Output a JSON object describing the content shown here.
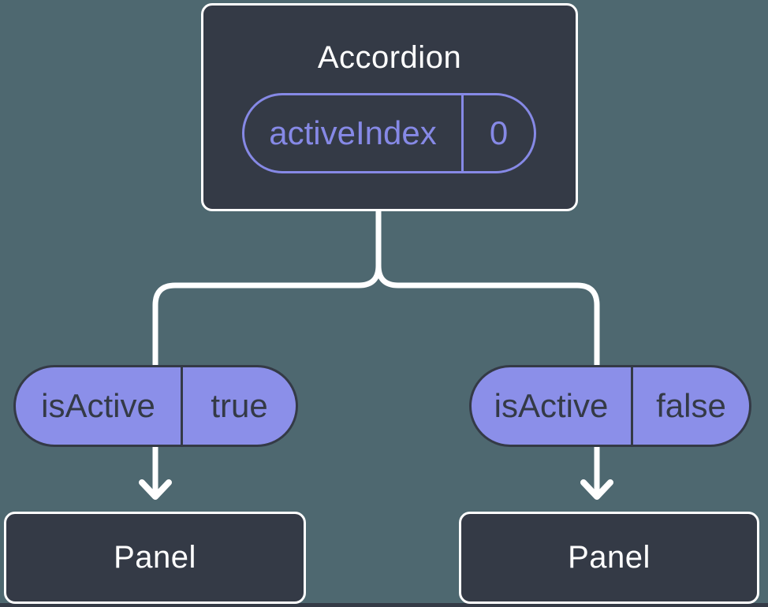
{
  "tree": {
    "root": {
      "title": "Accordion",
      "prop": {
        "name": "activeIndex",
        "value": "0"
      }
    },
    "children": [
      {
        "prop": {
          "name": "isActive",
          "value": "true"
        },
        "title": "Panel"
      },
      {
        "prop": {
          "name": "isActive",
          "value": "false"
        },
        "title": "Panel"
      }
    ]
  },
  "colors": {
    "background": "#4E6870",
    "node_fill": "#343A46",
    "node_border": "#FFFFFF",
    "node_text": "#FFFFFF",
    "state_pill_fill": "#8B8FE9",
    "state_pill_text": "#343A46",
    "prop_pill_accent": "#8689E6",
    "connector": "#FFFFFF",
    "page_edge": "#343A46"
  }
}
